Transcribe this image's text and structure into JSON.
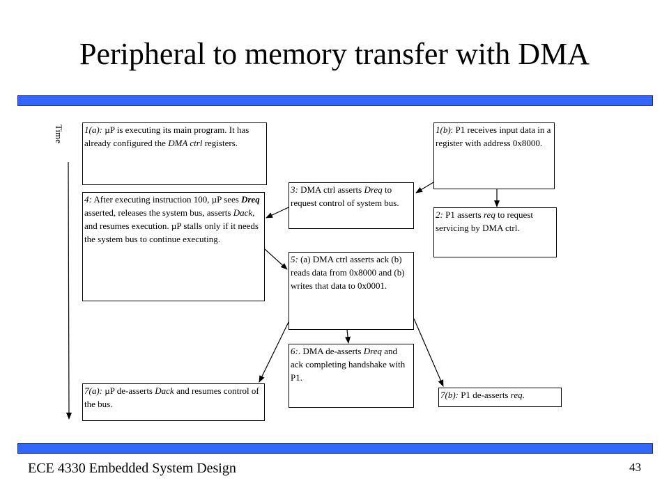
{
  "title": "Peripheral to memory transfer with DMA",
  "footer": {
    "course": "ECE 4330 Embedded System Design",
    "page": "43"
  },
  "time_axis_label": "Time",
  "steps": {
    "s1a": {
      "lead": "1(a):",
      "text": " µP is executing its main program. It has already configured the ",
      "em": "DMA ctrl",
      "text2": " registers."
    },
    "s1b": {
      "lead": "1(b)",
      "text": ": P1 receives input data in a register with address 0x8000."
    },
    "s2": {
      "lead": "2:",
      "text": " P1 asserts ",
      "em": "req",
      "text2": " to request servicing by DMA ctrl."
    },
    "s3": {
      "lead": "3:",
      "text": " DMA ctrl asserts ",
      "em": "Dreq",
      "text2": " to request control of system bus."
    },
    "s4": {
      "lead": "4:",
      "text": " After executing instruction 100, µP sees ",
      "em": "Dreq",
      "text2": " asserted, releases the system bus, asserts ",
      "em2": "Dack",
      "text3": ", and resumes execution. µP stalls only if it needs the system bus to continue executing."
    },
    "s5": {
      "lead": "5:",
      "text": " (a) DMA ctrl asserts ack (b) reads data from 0x8000 and (b) writes that data to 0x0001."
    },
    "s6": {
      "lead": "6:",
      "text": ". DMA de-asserts ",
      "em": "Dreq",
      "text2": " and ack completing handshake with P1."
    },
    "s7a": {
      "lead": "7(a):",
      "text": " µP de-asserts ",
      "em": "Dack",
      "text2": " and resumes control of the bus."
    },
    "s7b": {
      "lead": "7(b):",
      "text": " P1 de-asserts ",
      "em": "req",
      "text2": "."
    }
  },
  "colors": {
    "bar": "#3366ff",
    "bar_border": "#1f2a6e"
  }
}
